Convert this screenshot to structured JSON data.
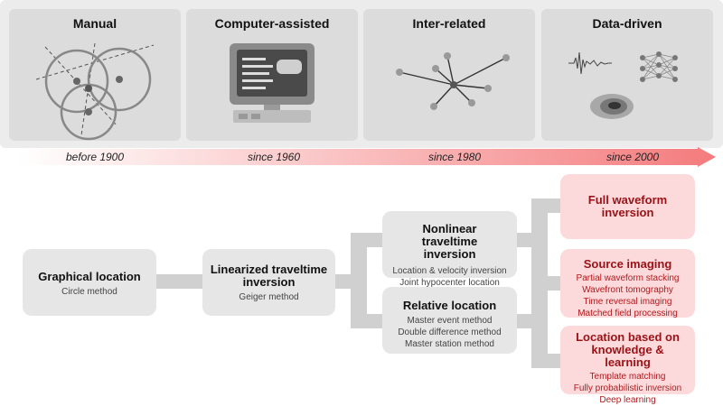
{
  "eras": [
    {
      "title": "Manual",
      "icon": "intersecting-circles-icon"
    },
    {
      "title": "Computer-assisted",
      "icon": "computer-icon"
    },
    {
      "title": "Inter-related",
      "icon": "network-icon"
    },
    {
      "title": "Data-driven",
      "icon": "neural-network-icon"
    }
  ],
  "timeline": [
    "before 1900",
    "since 1960",
    "since 1980",
    "since 2000"
  ],
  "methods": {
    "graphical": {
      "title": "Graphical location",
      "items": [
        "Circle method"
      ]
    },
    "linearized": {
      "title": "Linearized traveltime inversion",
      "items": [
        "Geiger method"
      ]
    },
    "nonlinear": {
      "title": "Nonlinear traveltime inversion",
      "items": [
        "Location & velocity inversion",
        "Joint hypocenter location"
      ]
    },
    "relative": {
      "title": "Relative location",
      "items": [
        "Master event method",
        "Double difference method",
        "Master station method"
      ]
    },
    "full_waveform": {
      "title": "Full waveform inversion",
      "items": []
    },
    "source_imaging": {
      "title": "Source imaging",
      "items": [
        "Partial waveform stacking",
        "Wavefront tomography",
        "Time reversal imaging",
        "Matched field processing"
      ]
    },
    "knowledge": {
      "title": "Location based on knowledge & learning",
      "items": [
        "Template matching",
        "Fully probabilistic inversion",
        "Deep learning"
      ]
    }
  },
  "colors": {
    "accent": "#9a1217",
    "pink_box": "#fcd9da",
    "gray_box": "#e6e6e6",
    "connector": "#d0d0d0"
  }
}
